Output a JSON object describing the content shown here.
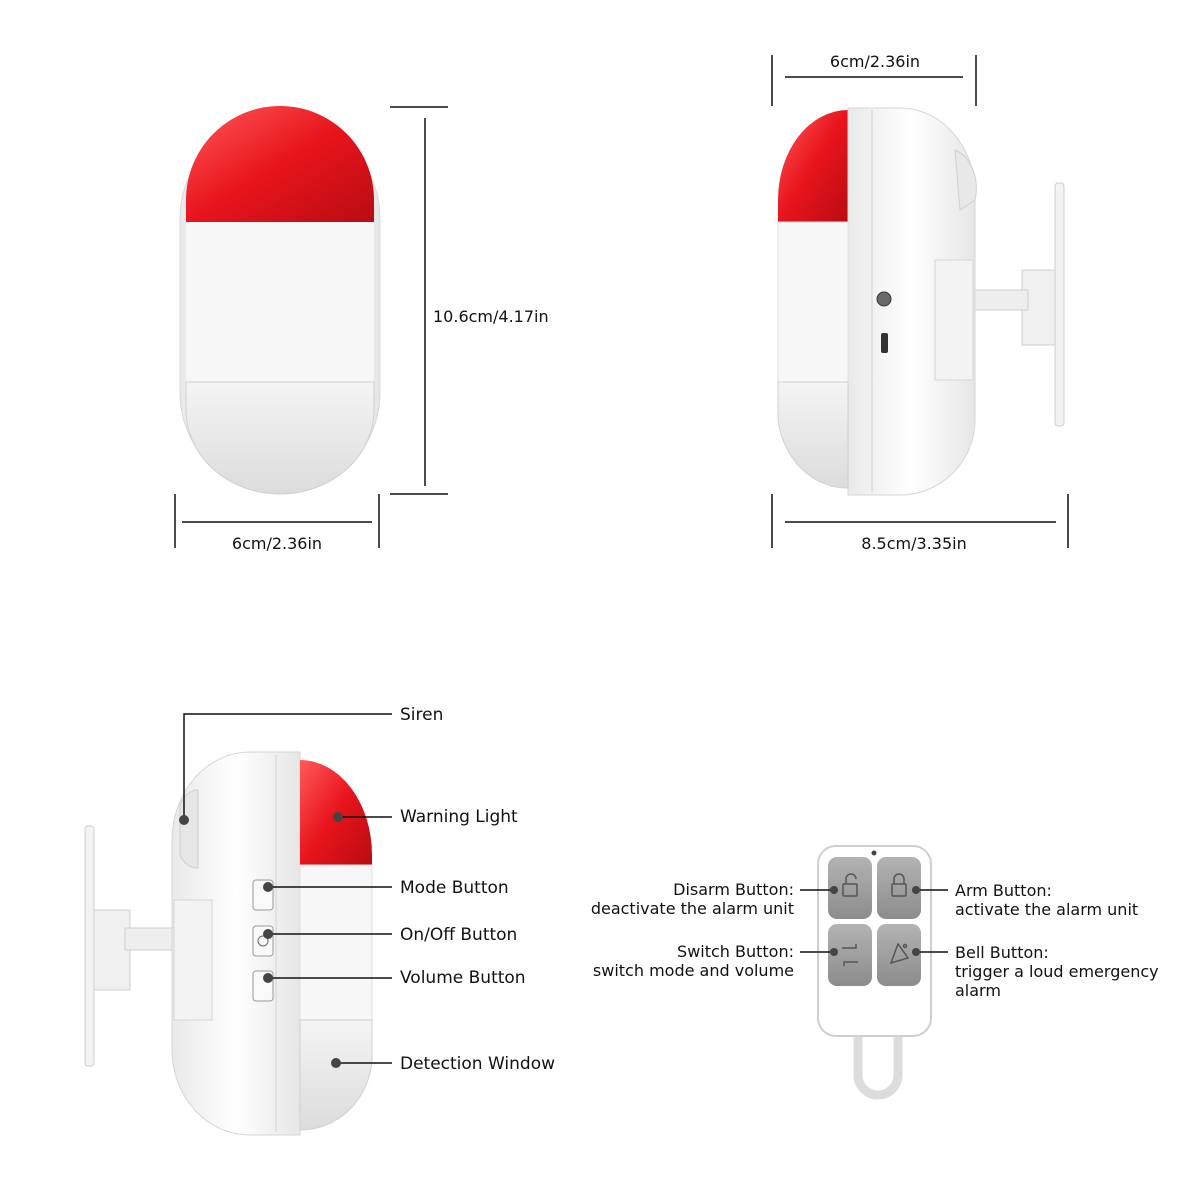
{
  "dimensions": {
    "front_width": "6cm/2.36in",
    "front_height": "10.6cm/4.17in",
    "side_top_width": "6cm/2.36in",
    "side_depth": "8.5cm/3.35in"
  },
  "callouts": {
    "siren": "Siren",
    "warning_light": "Warning Light",
    "mode_button": "Mode Button",
    "onoff_button": "On/Off Button",
    "volume_button": "Volume Button",
    "detection_window": "Detection Window"
  },
  "remote": {
    "disarm_title": "Disarm Button:",
    "disarm_desc": "deactivate the alarm unit",
    "switch_title": "Switch Button:",
    "switch_desc": "switch mode and volume",
    "arm_title": "Arm Button:",
    "arm_desc": "activate the alarm unit",
    "bell_title": "Bell Button:",
    "bell_desc_1": "trigger a loud emergency",
    "bell_desc_2": "alarm"
  },
  "colors": {
    "siren_red": "#e8141c",
    "body_white": "#f4f4f4",
    "button_gray": "#9a9a9a",
    "line": "#111111"
  },
  "icons": [
    "lock-closed-icon",
    "lock-open-icon",
    "switch-arrows-icon",
    "bell-icon",
    "gear-icon",
    "mode-icon",
    "volume-icon"
  ]
}
